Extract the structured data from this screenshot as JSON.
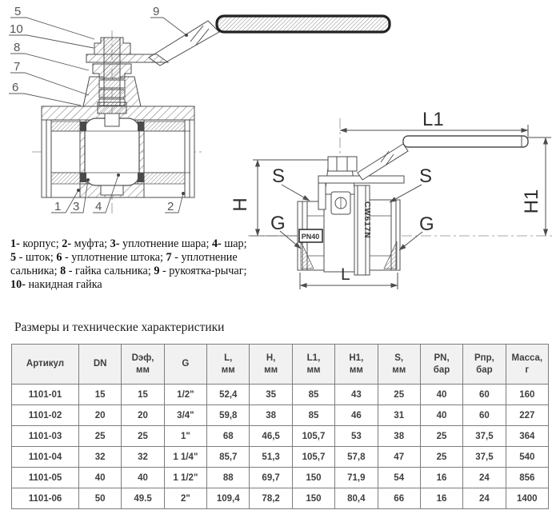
{
  "drawing": {
    "section_view": {
      "callouts": {
        "c1": "1",
        "c2": "2",
        "c3": "3",
        "c4": "4",
        "c5": "5",
        "c6": "6",
        "c7": "7",
        "c8": "8",
        "c9": "9",
        "c10": "10"
      }
    },
    "side_view": {
      "dims": {
        "l1": "L1",
        "h": "H",
        "h1": "H1",
        "s_left": "S",
        "s_right": "S",
        "g_left": "G",
        "g_right": "G",
        "l": "L"
      },
      "markings": {
        "pn": "PN40",
        "alloy": "CW617N"
      }
    }
  },
  "legend": {
    "lines": [
      [
        {
          "b": "1-"
        },
        {
          "t": " корпус; "
        },
        {
          "b": "2-"
        },
        {
          "t": " муфта; "
        },
        {
          "b": "3-"
        },
        {
          "t": " уплотнение шара; "
        },
        {
          "b": "4-"
        },
        {
          "t": " шар;"
        }
      ],
      [
        {
          "b": "5"
        },
        {
          "t": " - шток; "
        },
        {
          "b": "6"
        },
        {
          "t": " - уплотнение штока; "
        },
        {
          "b": "7"
        },
        {
          "t": " - уплотнение"
        }
      ],
      [
        {
          "t": "сальника; "
        },
        {
          "b": "8"
        },
        {
          "t": " - гайка сальника; "
        },
        {
          "b": "9"
        },
        {
          "t": " - рукоятка-рычаг;"
        }
      ],
      [
        {
          "b": "10-"
        },
        {
          "t": " накидная гайка"
        }
      ]
    ]
  },
  "table": {
    "title": "Размеры и технические характеристики",
    "headers": [
      {
        "l1": "Артикул",
        "l2": ""
      },
      {
        "l1": "DN",
        "l2": ""
      },
      {
        "l1": "Dэф,",
        "l2": "мм"
      },
      {
        "l1": "G",
        "l2": ""
      },
      {
        "l1": "L,",
        "l2": "мм"
      },
      {
        "l1": "H,",
        "l2": "мм"
      },
      {
        "l1": "L1,",
        "l2": "мм"
      },
      {
        "l1": "H1,",
        "l2": "мм"
      },
      {
        "l1": "S,",
        "l2": "мм"
      },
      {
        "l1": "PN,",
        "l2": "бар"
      },
      {
        "l1": "Рпр,",
        "l2": "бар"
      },
      {
        "l1": "Масса,",
        "l2": "г"
      }
    ],
    "rows": [
      [
        "1101-01",
        "15",
        "15",
        "1/2\"",
        "52,4",
        "35",
        "85",
        "43",
        "25",
        "40",
        "60",
        "160"
      ],
      [
        "1101-02",
        "20",
        "20",
        "3/4\"",
        "59,8",
        "38",
        "85",
        "46",
        "31",
        "40",
        "60",
        "227"
      ],
      [
        "1101-03",
        "25",
        "25",
        "1\"",
        "68",
        "46,5",
        "105,7",
        "53",
        "38",
        "25",
        "37,5",
        "364"
      ],
      [
        "1101-04",
        "32",
        "32",
        "1 1/4\"",
        "85,7",
        "51,3",
        "105,7",
        "57,8",
        "47",
        "25",
        "37,5",
        "540"
      ],
      [
        "1101-05",
        "40",
        "40",
        "1 1/2\"",
        "88",
        "69,7",
        "150",
        "71,9",
        "54",
        "16",
        "24",
        "856"
      ],
      [
        "1101-06",
        "50",
        "49.5",
        "2\"",
        "109,4",
        "78,2",
        "150",
        "80,4",
        "66",
        "16",
        "24",
        "1400"
      ]
    ]
  }
}
